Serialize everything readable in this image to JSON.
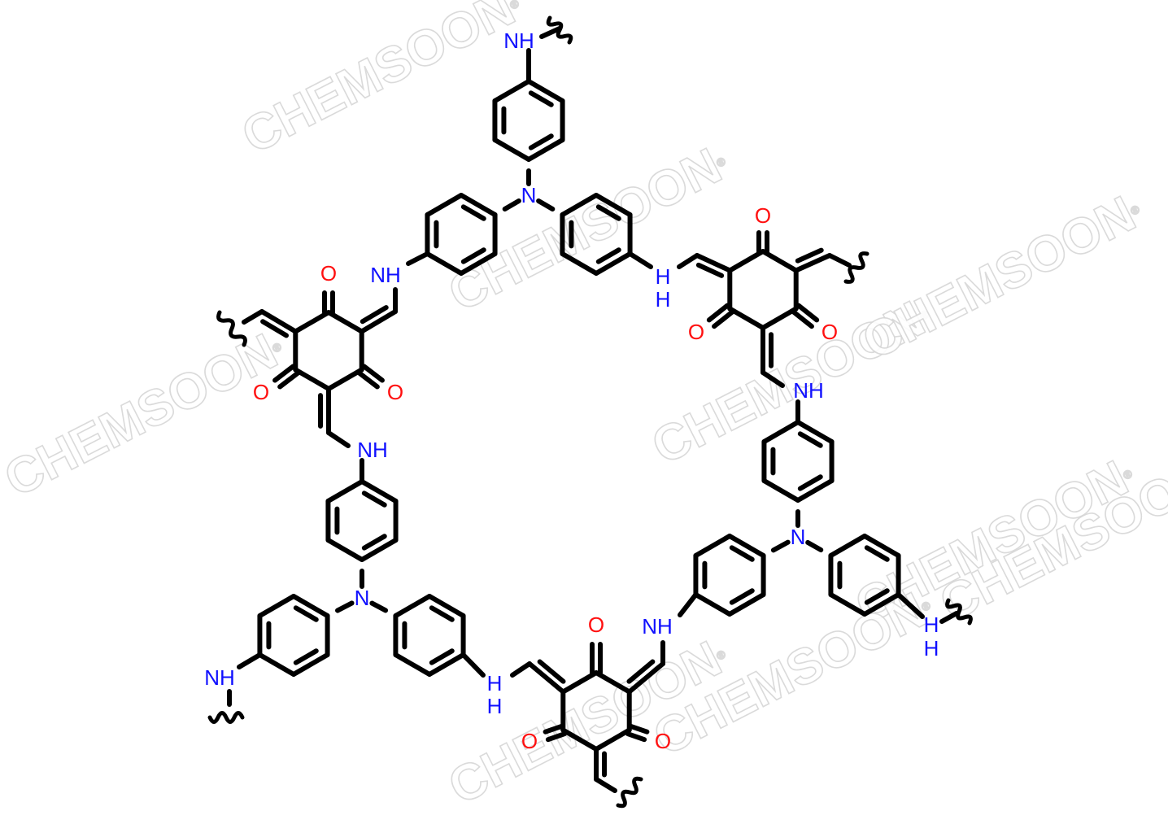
{
  "watermark": {
    "text": "CHEMSOON",
    "mark": "®",
    "color": "#d6d6d6"
  },
  "colors": {
    "bond": "#000000",
    "nitrogen": "#1010ff",
    "oxygen": "#ff1010",
    "background": "#ffffff"
  },
  "atom_labels": {
    "amine": "NH",
    "amine_h": "H",
    "tertiary_amine": "N",
    "carbonyl_oxygen": "O"
  }
}
